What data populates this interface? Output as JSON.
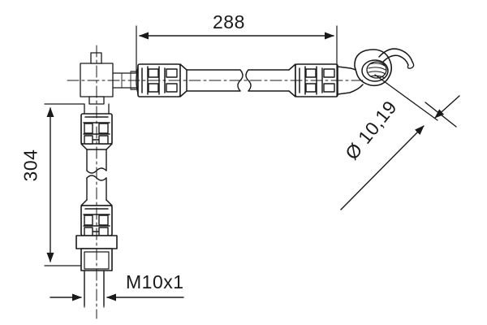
{
  "drawing": {
    "title": "brake-hose-technical-drawing",
    "line_color": "#1a1a1a",
    "fill_color": "#ffffff",
    "background": "#ffffff"
  },
  "dimensions": {
    "length_overall": {
      "name": "horizontal-length",
      "value": "288",
      "orientation": "horizontal",
      "arrow_style": "double-headed"
    },
    "height_overall": {
      "name": "vertical-length",
      "value": "304",
      "orientation": "vertical",
      "arrow_style": "double-headed"
    },
    "thread": {
      "name": "thread-spec",
      "value": "M10x1",
      "orientation": "horizontal",
      "arrow_style": "inward-pair"
    },
    "banjo_diameter": {
      "name": "banjo-eye-diameter",
      "value": "Ø 10,19",
      "orientation": "diagonal",
      "arrow_style": "leader-arrow"
    }
  },
  "components": {
    "left_block": "hex-fitting-block",
    "crimp_upper_left": "crimp-ferrule",
    "crimp_upper_right": "crimp-ferrule",
    "banjo_eye": "banjo-eye-fitting",
    "retaining_tab": "curved-retaining-tab",
    "crimp_lower_upper": "crimp-ferrule",
    "crimp_lower_lower": "crimp-ferrule",
    "flange_washer": "flange-washer",
    "end_nut": "threaded-end-nut",
    "break_horizontal": "break-line",
    "break_vertical": "break-line"
  }
}
